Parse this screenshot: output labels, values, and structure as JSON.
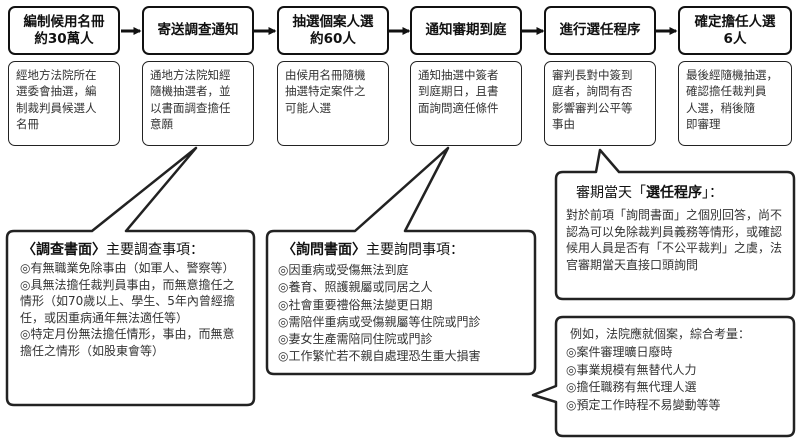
{
  "steps": [
    {
      "title": "編制候用名冊\n約30萬人",
      "desc": "經地方法院所在\n選委會抽選，編\n制裁判員候選人\n名冊"
    },
    {
      "title": "寄送調查通知",
      "desc": "通地方法院知經\n隨機抽選者，並\n以書面調查擔任\n意願"
    },
    {
      "title": "抽選個案人選\n約60人",
      "desc": "由候用名冊隨機\n抽選特定案件之\n可能人選"
    },
    {
      "title": "通知審期到庭",
      "desc": "通知抽選中簽者\n到庭期日，且書\n面詢問適任條件"
    },
    {
      "title": "進行選任程序",
      "desc": "審判長對中簽到\n庭者，詢問有否\n影響審判公平等\n事由"
    },
    {
      "title": "確定擔任人選\n6人",
      "desc": "最後經隨機抽選，\n確認擔任裁判員\n人選，稍後隨\n即審理"
    }
  ],
  "callout_survey": {
    "title_bracket_open": "〈",
    "title_bold": "調查書面",
    "title_bracket_close": "〉",
    "title_rest": "主要調查事項：",
    "items": [
      "◎有無職業免除事由（如軍人、警察等）",
      "◎具無法擔任裁判員事由，而無意擔任之情形（如70歲以上、學生、5年內曾經擔任，或因重病通年無法適任等）",
      "◎特定月份無法擔任情形，事由，而無意擔任之情形（如股東會等）"
    ]
  },
  "callout_inquiry": {
    "title_bracket_open": "〈",
    "title_bold": "詢問書面",
    "title_bracket_close": "〉",
    "title_rest": "主要詢問事項：",
    "items": [
      "◎因重病或受傷無法到庭",
      "◎養育、照護親屬或同居之人",
      "◎社會重要禮俗無法變更日期",
      "◎需陪伴重病或受傷親屬等住院或門診",
      "◎妻女生產需陪同住院或門診",
      "◎工作繁忙若不親自處理恐生重大損害"
    ]
  },
  "callout_selection": {
    "title_prefix": "審期當天「",
    "title_bold": "選任程序",
    "title_suffix": "」：",
    "body": "對於前項「詢問書面」之個別回答，尚不認為可以免除裁判員義務等情形，或確認候用人員是否有「不公平裁判」之虞，法官審期當天直接口頭詢問"
  },
  "callout_example": {
    "intro": "例如，法院應就個案，綜合考量：",
    "items": [
      "◎案件審理曠日廢時",
      "◎事業規模有無替代人力",
      "◎擔任職務有無代理人選",
      "◎預定工作時程不易變動等等"
    ]
  }
}
